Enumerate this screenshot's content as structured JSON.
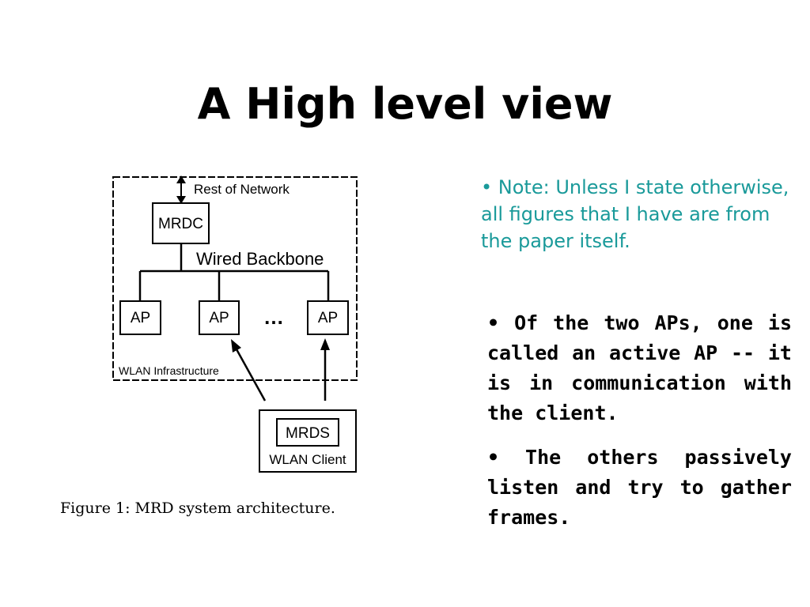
{
  "slide": {
    "title": "A High level view"
  },
  "diagram": {
    "rest_of_network": "Rest of Network",
    "mrdc": "MRDC",
    "wired_backbone": "Wired Backbone",
    "ap_labels": [
      "AP",
      "AP",
      "AP"
    ],
    "ellipsis": "…",
    "wlan_infrastructure": "WLAN Infrastructure",
    "mrds": "MRDS",
    "wlan_client": "WLAN Client",
    "caption": "Figure 1:  MRD system architecture."
  },
  "notes": {
    "note": "• Note: Unless I state otherwise, all figures that I have are from the paper itself.",
    "bullets": [
      "• Of the two APs, one is called an active AP -- it is in communication with the client.",
      "• The others passively listen and try to gather frames."
    ]
  },
  "colors": {
    "note_text": "#1a9a9a",
    "body_text": "#000000"
  }
}
